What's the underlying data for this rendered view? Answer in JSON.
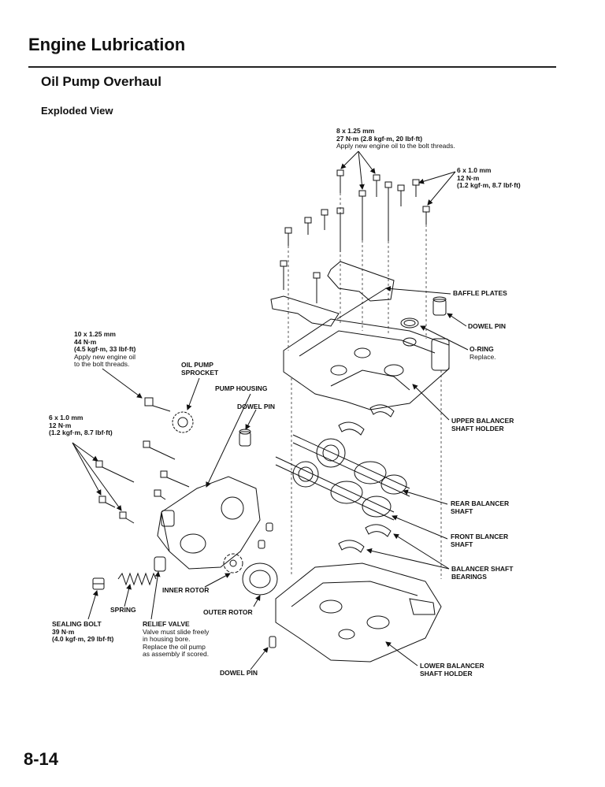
{
  "header": {
    "page_title": "Engine Lubrication",
    "section_title": "Oil Pump Overhaul",
    "view_title": "Exploded View"
  },
  "labels": {
    "top_bolt": [
      "8 x 1.25 mm",
      "27 N·m (2.8 kgf·m, 20 lbf·ft)",
      "Apply new engine oil to the bolt threads."
    ],
    "right_bolt": [
      "6 x 1.0 mm",
      "12 N·m",
      "(1.2 kgf·m, 8.7 lbf·ft)"
    ],
    "baffle_plates": "BAFFLE PLATES",
    "dowel_pin_right": "DOWEL PIN",
    "o_ring": [
      "O-RING",
      "Replace."
    ],
    "left_bolt_10": [
      "10 x 1.25 mm",
      "44 N·m",
      "(4.5 kgf·m, 33 lbf·ft)",
      "Apply new engine oil",
      "to the bolt threads."
    ],
    "oil_pump_sprocket": [
      "OIL PUMP",
      "SPROCKET"
    ],
    "pump_housing": "PUMP HOUSING",
    "dowel_pin_mid": "DOWEL PIN",
    "left_bolt_6": [
      "6 x 1.0 mm",
      "12 N·m",
      "(1.2 kgf·m, 8.7 lbf·ft)"
    ],
    "upper_balancer": [
      "UPPER BALANCER",
      "SHAFT HOLDER"
    ],
    "rear_balancer": [
      "REAR BALANCER",
      "SHAFT"
    ],
    "front_balancer": [
      "FRONT BLANCER",
      "SHAFT"
    ],
    "balancer_bearings": [
      "BALANCER SHAFT",
      "BEARINGS"
    ],
    "inner_rotor": "INNER ROTOR",
    "spring": "SPRING",
    "outer_rotor": "OUTER ROTOR",
    "sealing_bolt": [
      "SEALING BOLT",
      "39 N·m",
      "(4.0 kgf·m, 29 lbf·ft)"
    ],
    "relief_valve": [
      "RELIEF VALVE",
      "Valve must slide freely",
      "in housing bore.",
      "Replace the oil pump",
      "as assembly if scored."
    ],
    "dowel_pin_bottom": "DOWEL PIN",
    "lower_balancer": [
      "LOWER BALANCER",
      "SHAFT HOLDER"
    ]
  },
  "footer": {
    "page_number": "8-14"
  }
}
